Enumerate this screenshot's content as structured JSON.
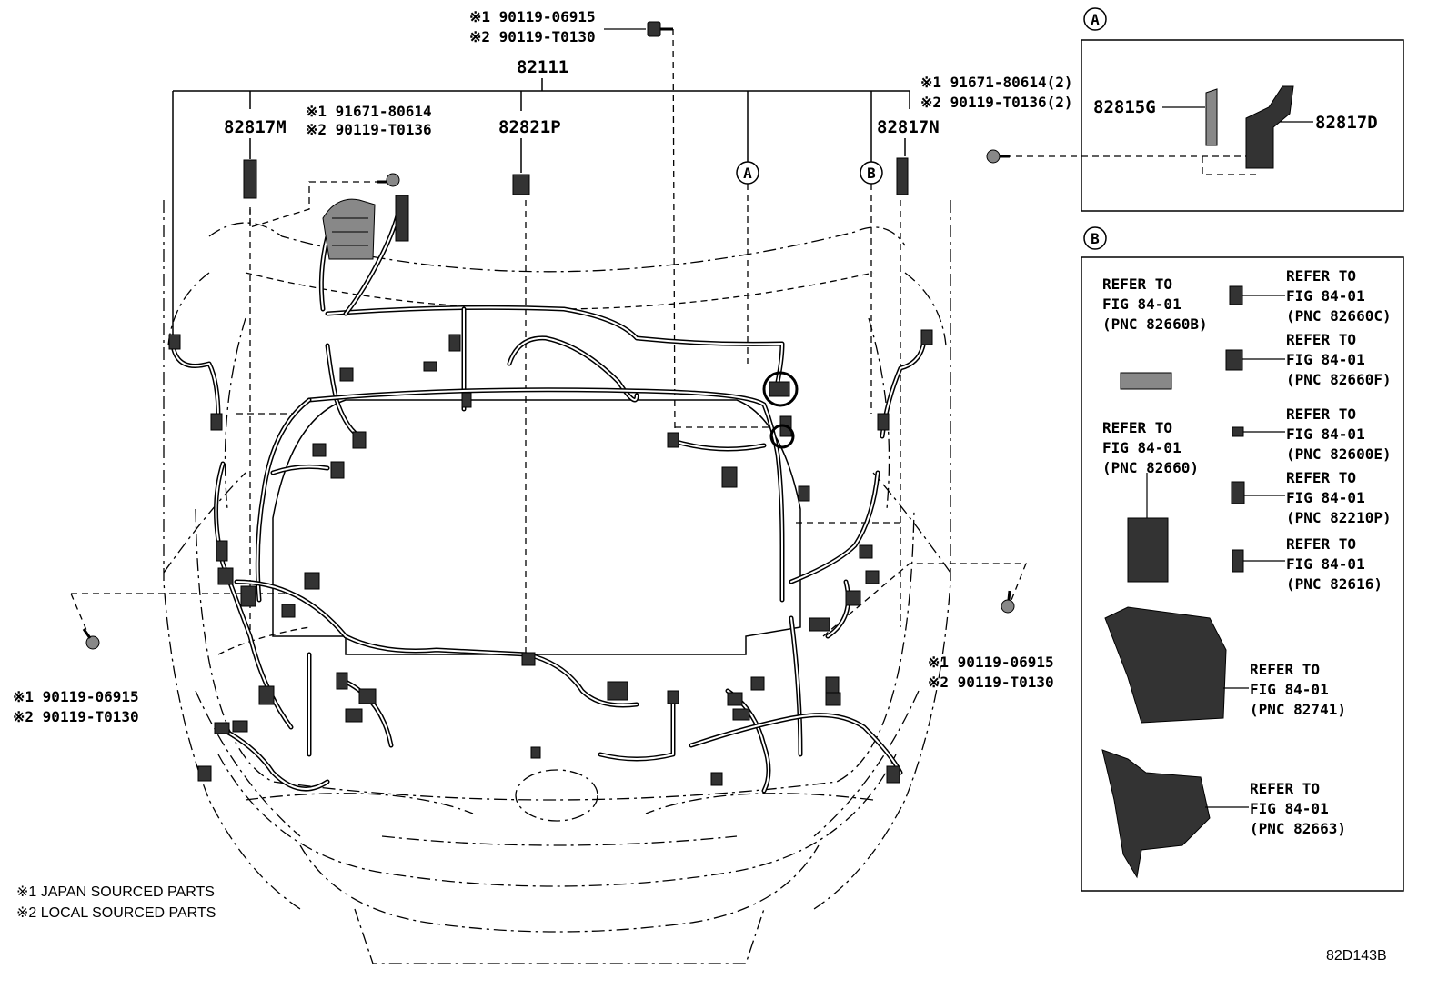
{
  "diagram": {
    "main_part": "82111",
    "top_bolt": {
      "j": "※1 90119-06915",
      "l": "※2 90119-T0130"
    },
    "left_clip": {
      "j": "※1 91671-80614",
      "l": "※2 90119-T0136"
    },
    "labels": {
      "left_bracket": "82817M",
      "center_bracket": "82821P",
      "right_bracket": "82817N",
      "callout_a": "A",
      "callout_b": "B"
    },
    "right_bolt_top": {
      "j": "※1 91671-80614(2)",
      "l": "※2 90119-T0136(2)"
    },
    "right_bolt_lower": {
      "j": "※1 90119-06915",
      "l": "※2 90119-T0130"
    },
    "left_bolt_lower": {
      "j": "※1 90119-06915",
      "l": "※2 90119-T0130"
    },
    "legend": {
      "japan": "※1 JAPAN SOURCED PARTS",
      "local": "※2 LOCAL SOURCED PARTS"
    },
    "figure_id": "82D143B"
  },
  "panel_a": {
    "title": "A",
    "left_part": "82815G",
    "right_part": "82817D"
  },
  "panel_b": {
    "title": "B",
    "refs": [
      {
        "l1": "REFER TO",
        "l2": "FIG 84-01",
        "l3": "(PNC 82660B)"
      },
      {
        "l1": "REFER TO",
        "l2": "FIG 84-01",
        "l3": "(PNC 82660C)"
      },
      {
        "l1": "REFER TO",
        "l2": "FIG 84-01",
        "l3": "(PNC 82660F)"
      },
      {
        "l1": "REFER TO",
        "l2": "FIG 84-01",
        "l3": "(PNC 82660)"
      },
      {
        "l1": "REFER TO",
        "l2": "FIG 84-01",
        "l3": "(PNC 82600E)"
      },
      {
        "l1": "REFER TO",
        "l2": "FIG 84-01",
        "l3": "(PNC 82210P)"
      },
      {
        "l1": "REFER TO",
        "l2": "FIG 84-01",
        "l3": "(PNC 82616)"
      },
      {
        "l1": "REFER TO",
        "l2": "FIG 84-01",
        "l3": "(PNC 82741)"
      },
      {
        "l1": "REFER TO",
        "l2": "FIG 84-01",
        "l3": "(PNC 82663)"
      }
    ]
  }
}
